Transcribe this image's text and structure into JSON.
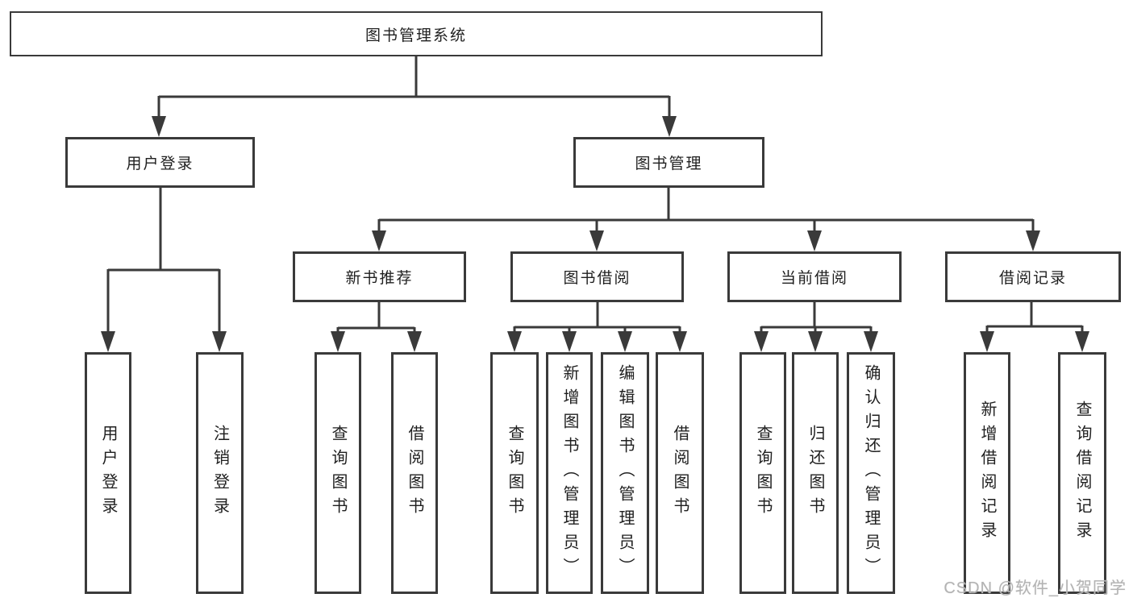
{
  "tree": {
    "root": "图书管理系统",
    "login_branch": {
      "label": "用户登录",
      "children": [
        {
          "label": "用户登录"
        },
        {
          "label": "注销登录"
        }
      ]
    },
    "mgmt_branch": {
      "label": "图书管理",
      "groups": [
        {
          "label": "新书推荐",
          "children": [
            {
              "label": "查询图书"
            },
            {
              "label": "借阅图书"
            }
          ]
        },
        {
          "label": "图书借阅",
          "children": [
            {
              "label": "查询图书"
            },
            {
              "label": "新增图书（管理员）"
            },
            {
              "label": "编辑图书（管理员）"
            },
            {
              "label": "借阅图书"
            }
          ]
        },
        {
          "label": "当前借阅",
          "children": [
            {
              "label": "查询图书"
            },
            {
              "label": "归还图书"
            },
            {
              "label": "确认归还（管理员）"
            }
          ]
        },
        {
          "label": "借阅记录",
          "children": [
            {
              "label": "新增借阅记录"
            },
            {
              "label": "查询借阅记录"
            }
          ]
        }
      ]
    }
  },
  "watermark": "CSDN @软件_小贺同学",
  "colors": {
    "line": "#3a3a3a",
    "text": "#1f1f1f",
    "watermark": "#b3b3b3",
    "background": "#ffffff"
  }
}
